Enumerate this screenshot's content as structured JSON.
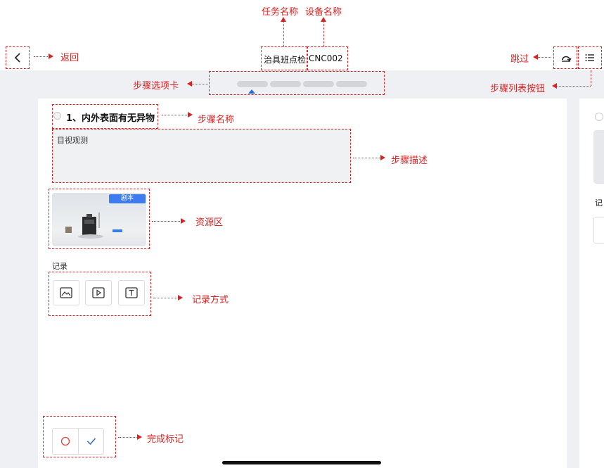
{
  "header": {
    "task_name": "治具班点检",
    "device_name": "CNC002"
  },
  "step": {
    "name": "1、内外表面有无异物",
    "description": "目视观测"
  },
  "resource": {
    "tag": "剧本",
    "tag_color": "#3d7bf0"
  },
  "record": {
    "label": "记录",
    "icons": [
      "image-icon",
      "video-play-icon",
      "text-icon"
    ]
  },
  "second_card_partial_label": "记",
  "annotations": {
    "task_name": "任务名称",
    "device_name": "设备名称",
    "back": "返回",
    "skip": "跳过",
    "step_tabs": "步骤选项卡",
    "step_list_button": "步骤列表按钮",
    "step_name": "步骤名称",
    "step_description": "步骤描述",
    "resource_area": "资源区",
    "record_method": "记录方式",
    "completion_mark": "完成标记"
  },
  "colors": {
    "annotation": "#e02020",
    "accent_blue": "#2f6bd8",
    "background": "#eef0f3",
    "fail_circle": "#e0443a",
    "check": "#2f6bd8"
  }
}
